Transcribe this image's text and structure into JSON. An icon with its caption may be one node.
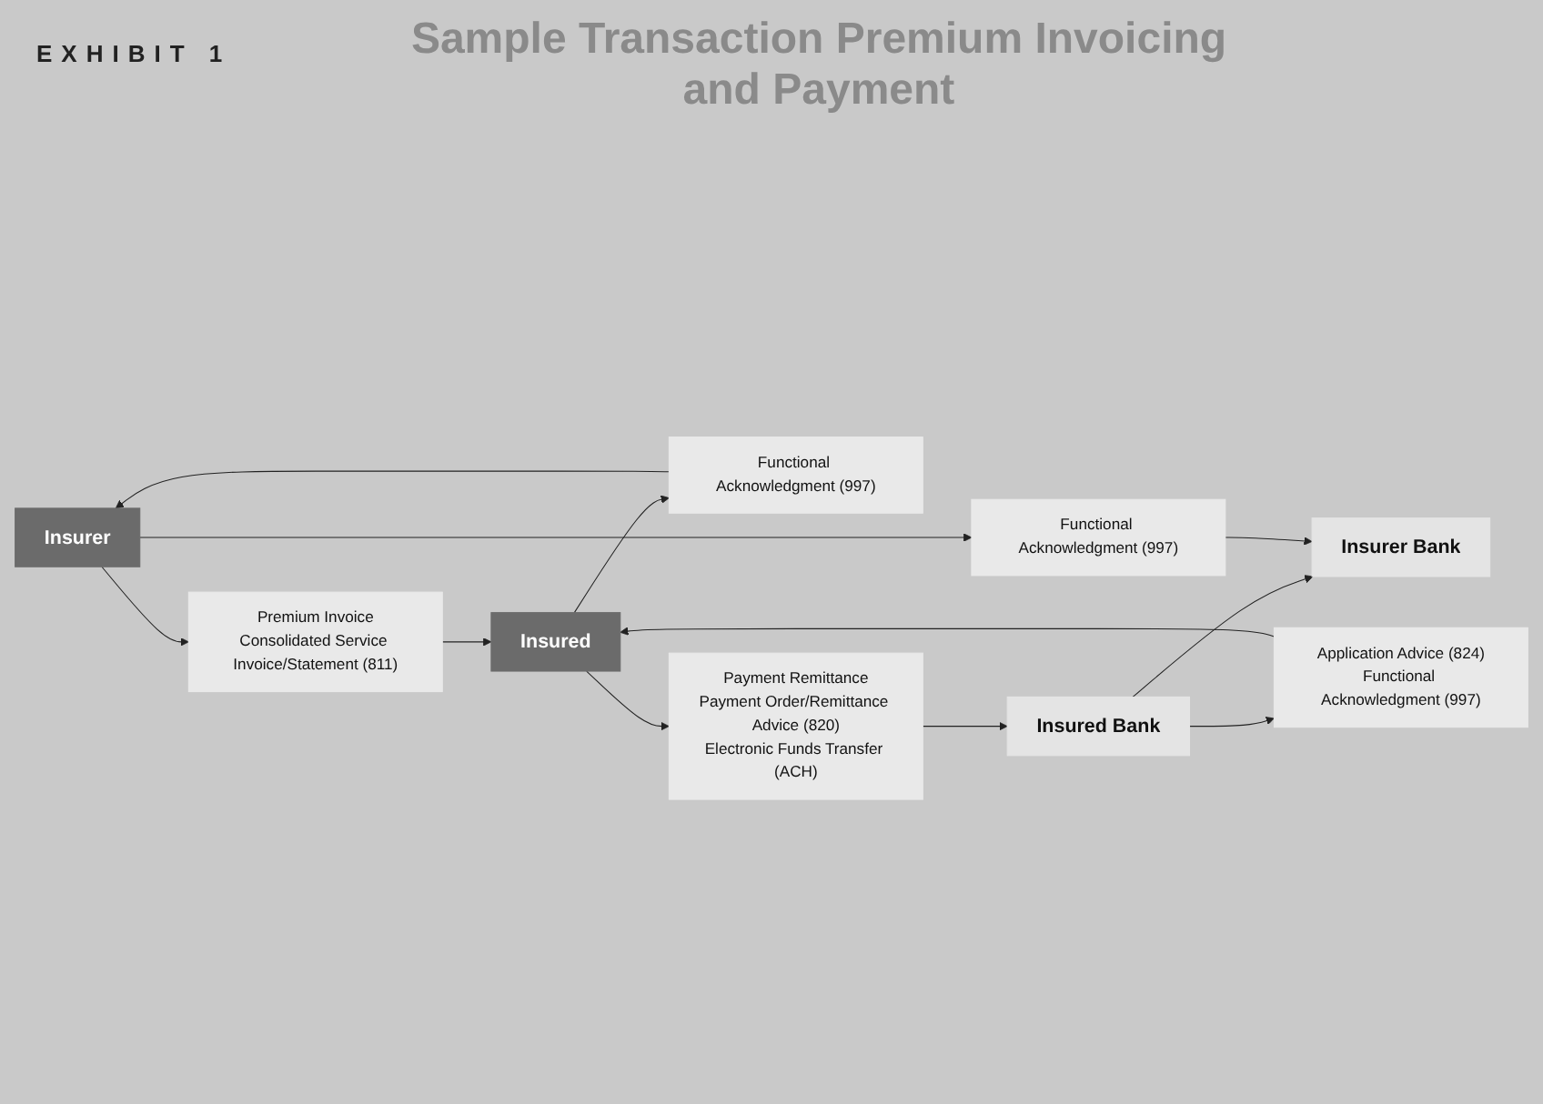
{
  "diagram": {
    "title": "Sample Transaction Premium Invoicing and Payment",
    "nodes": [
      {
        "text": [
          "Insurer"
        ]
      },
      {
        "text": [
          "Premium Invoice",
          "Consolidated Service Invoice/Statement (811)"
        ]
      },
      {
        "text": [
          "Insured"
        ]
      },
      {
        "text": [
          "Functional Acknowledgment (997)"
        ]
      },
      {
        "text": [
          "Payment Remittance",
          "Payment Order/Remittance Advice (820)",
          "Electronic Funds Transfer (ACH)"
        ]
      },
      {
        "text": [
          "Insurer Bank"
        ]
      },
      {
        "text": [
          "Insured Bank"
        ]
      },
      {
        "text": [
          "Functional Acknowledgment (997)"
        ]
      },
      {
        "text": [
          "Application Advice (824)",
          "Functional Acknowledgment (997)"
        ]
      }
    ],
    "edges": [
      {
        "from": 0,
        "to": 1,
        "arrow": "to"
      },
      {
        "from": 1,
        "to": 2,
        "arrow": "to"
      },
      {
        "from": 2,
        "to": 3,
        "arrow": "to"
      },
      {
        "from": 3,
        "to": 0,
        "arrow": "to"
      },
      {
        "from": 2,
        "to": 4,
        "arrow": "to"
      },
      {
        "from": 4,
        "to": 6,
        "arrow": "to"
      },
      {
        "from": 6,
        "to": 5,
        "arrow": "to"
      },
      {
        "from": 6,
        "to": 8,
        "arrow": "to"
      },
      {
        "from": 8,
        "to": 2,
        "arrow": "to"
      },
      {
        "from": 0,
        "to": 7,
        "arrow": "to"
      },
      {
        "from": 7,
        "to": 5,
        "arrow": "to"
      }
    ],
    "labels": [
      "EXHIBIT 1"
    ]
  }
}
